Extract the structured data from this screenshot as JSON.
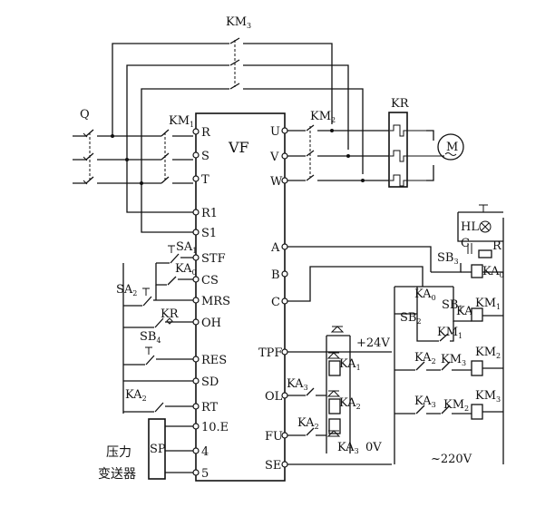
{
  "vf": {
    "title": "VF"
  },
  "inputs": {
    "breaker": "Q",
    "main_contactor": "KM",
    "main_contactor_sub": "1"
  },
  "left_terminals": [
    {
      "id": "r",
      "label": "R"
    },
    {
      "id": "s",
      "label": "S"
    },
    {
      "id": "t",
      "label": "T"
    },
    {
      "id": "r1",
      "label": "R1"
    },
    {
      "id": "s1",
      "label": "S1"
    },
    {
      "id": "stf",
      "label": "STF"
    },
    {
      "id": "cs",
      "label": "CS"
    },
    {
      "id": "mrs",
      "label": "MRS"
    },
    {
      "id": "oh",
      "label": "OH"
    },
    {
      "id": "res",
      "label": "RES"
    },
    {
      "id": "sd",
      "label": "SD"
    },
    {
      "id": "rt",
      "label": "RT"
    },
    {
      "id": "t10e",
      "label": "10.E"
    },
    {
      "id": "t4",
      "label": "4"
    },
    {
      "id": "t5",
      "label": "5"
    }
  ],
  "right_terminals": [
    {
      "id": "u",
      "label": "U"
    },
    {
      "id": "v",
      "label": "V"
    },
    {
      "id": "w",
      "label": "W"
    },
    {
      "id": "a",
      "label": "A"
    },
    {
      "id": "b",
      "label": "B"
    },
    {
      "id": "c",
      "label": "C"
    },
    {
      "id": "tpf",
      "label": "TPF"
    },
    {
      "id": "ol",
      "label": "OL"
    },
    {
      "id": "fu",
      "label": "FU"
    },
    {
      "id": "se",
      "label": "SE"
    }
  ],
  "components": {
    "km3": {
      "name": "KM",
      "sub": "3"
    },
    "km2": {
      "name": "KM",
      "sub": "2"
    },
    "kr": "KR",
    "motor": "M",
    "sa1": {
      "name": "SA",
      "sub": "1"
    },
    "ka0_cs": {
      "name": "KA",
      "sub": "0"
    },
    "sa2": {
      "name": "SA",
      "sub": "2"
    },
    "kr_oh": "KR",
    "sb4": {
      "name": "SB",
      "sub": "4"
    },
    "ka2_rt": {
      "name": "KA",
      "sub": "2"
    },
    "sp": "SP",
    "transmitter_line1": "压力",
    "transmitter_line2": "变送器"
  },
  "dc_relays": {
    "supply_plus": "+24V",
    "supply_zero": "0V",
    "ka1": {
      "name": "KA",
      "sub": "1"
    },
    "ka2": {
      "name": "KA",
      "sub": "2"
    },
    "ka3": {
      "name": "KA",
      "sub": "3"
    },
    "ka3_contact": {
      "name": "KA",
      "sub": "3"
    },
    "ka2_contact": {
      "name": "KA",
      "sub": "2"
    }
  },
  "ac_control": {
    "supply": "~220V",
    "hl": "HL",
    "c": "C",
    "r": "R",
    "sb3": {
      "name": "SB",
      "sub": "3"
    },
    "ka0_coil": {
      "name": "KA",
      "sub": "0"
    },
    "ka0_contact": {
      "name": "KA",
      "sub": "0"
    },
    "sb1": {
      "name": "SB",
      "sub": "1"
    },
    "sb2": {
      "name": "SB",
      "sub": "2"
    },
    "ka1_contact": {
      "name": "KA",
      "sub": "1"
    },
    "km1_coil": {
      "name": "KM",
      "sub": "1"
    },
    "km1_contact": {
      "name": "KM",
      "sub": "1"
    },
    "ka2_contact": {
      "name": "KA",
      "sub": "2"
    },
    "km3_contact": {
      "name": "KM",
      "sub": "3"
    },
    "km2_coil": {
      "name": "KM",
      "sub": "2"
    },
    "ka3_contact": {
      "name": "KA",
      "sub": "3"
    },
    "km2_contact": {
      "name": "KM",
      "sub": "2"
    },
    "km3_coil": {
      "name": "KM",
      "sub": "3"
    }
  }
}
